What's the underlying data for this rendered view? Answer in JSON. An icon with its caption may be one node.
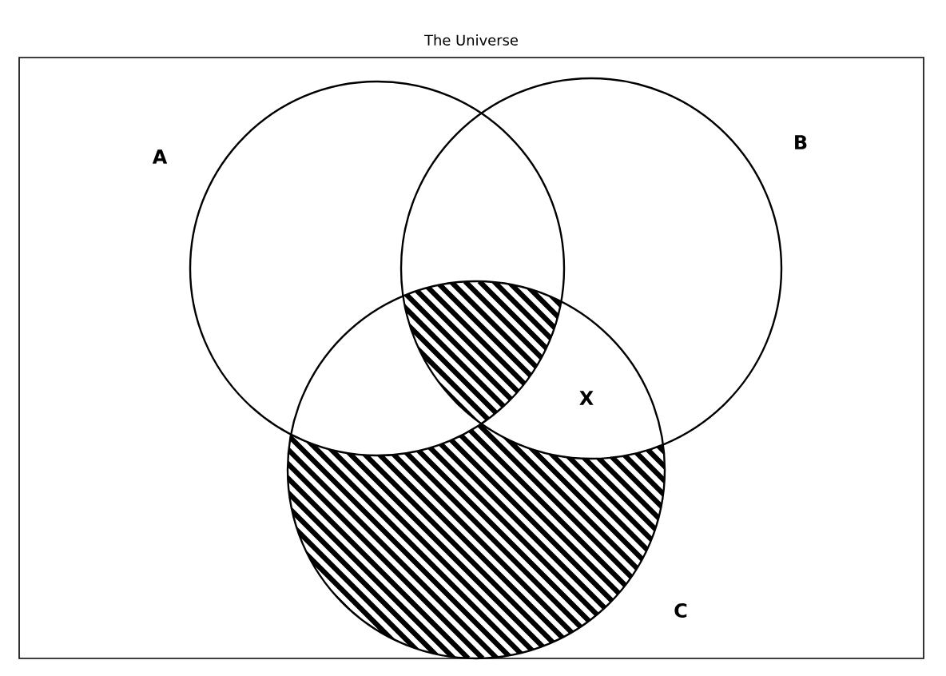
{
  "diagram": {
    "nodes": [
      {
        "text": [
          "The Universe"
        ]
      },
      {
        "text": [],
        "shape": "circle",
        "beside": [
          "A"
        ],
        "in": 0
      },
      {
        "text": [],
        "shape": "circle",
        "beside": [
          "B"
        ],
        "in": 0
      },
      {
        "text": [],
        "shape": "circle",
        "beside": [
          "C"
        ],
        "in": 0
      }
    ],
    "labels": [
      "X"
    ]
  }
}
